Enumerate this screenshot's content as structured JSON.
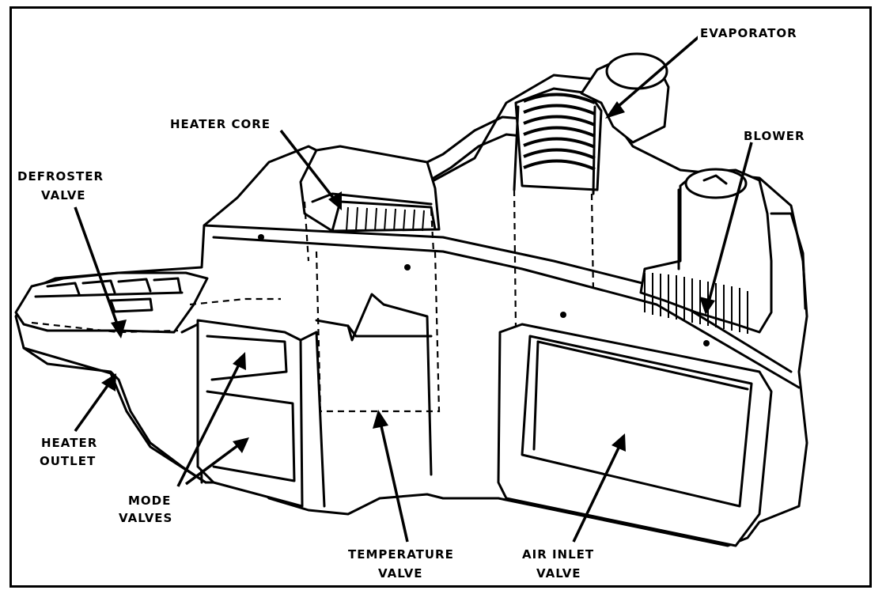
{
  "labels": {
    "evaporator": "EVAPORATOR",
    "heater_core": "HEATER CORE",
    "blower": "BLOWER",
    "defroster_valve_line1": "DEFROSTER",
    "defroster_valve_line2": "VALVE",
    "heater_outlet_line1": "HEATER",
    "heater_outlet_line2": "OUTLET",
    "mode_valves_line1": "MODE",
    "mode_valves_line2": "VALVES",
    "temperature_valve_line1": "TEMPERATURE",
    "temperature_valve_line2": "VALVE",
    "air_inlet_valve_line1": "AIR INLET",
    "air_inlet_valve_line2": "VALVE"
  }
}
